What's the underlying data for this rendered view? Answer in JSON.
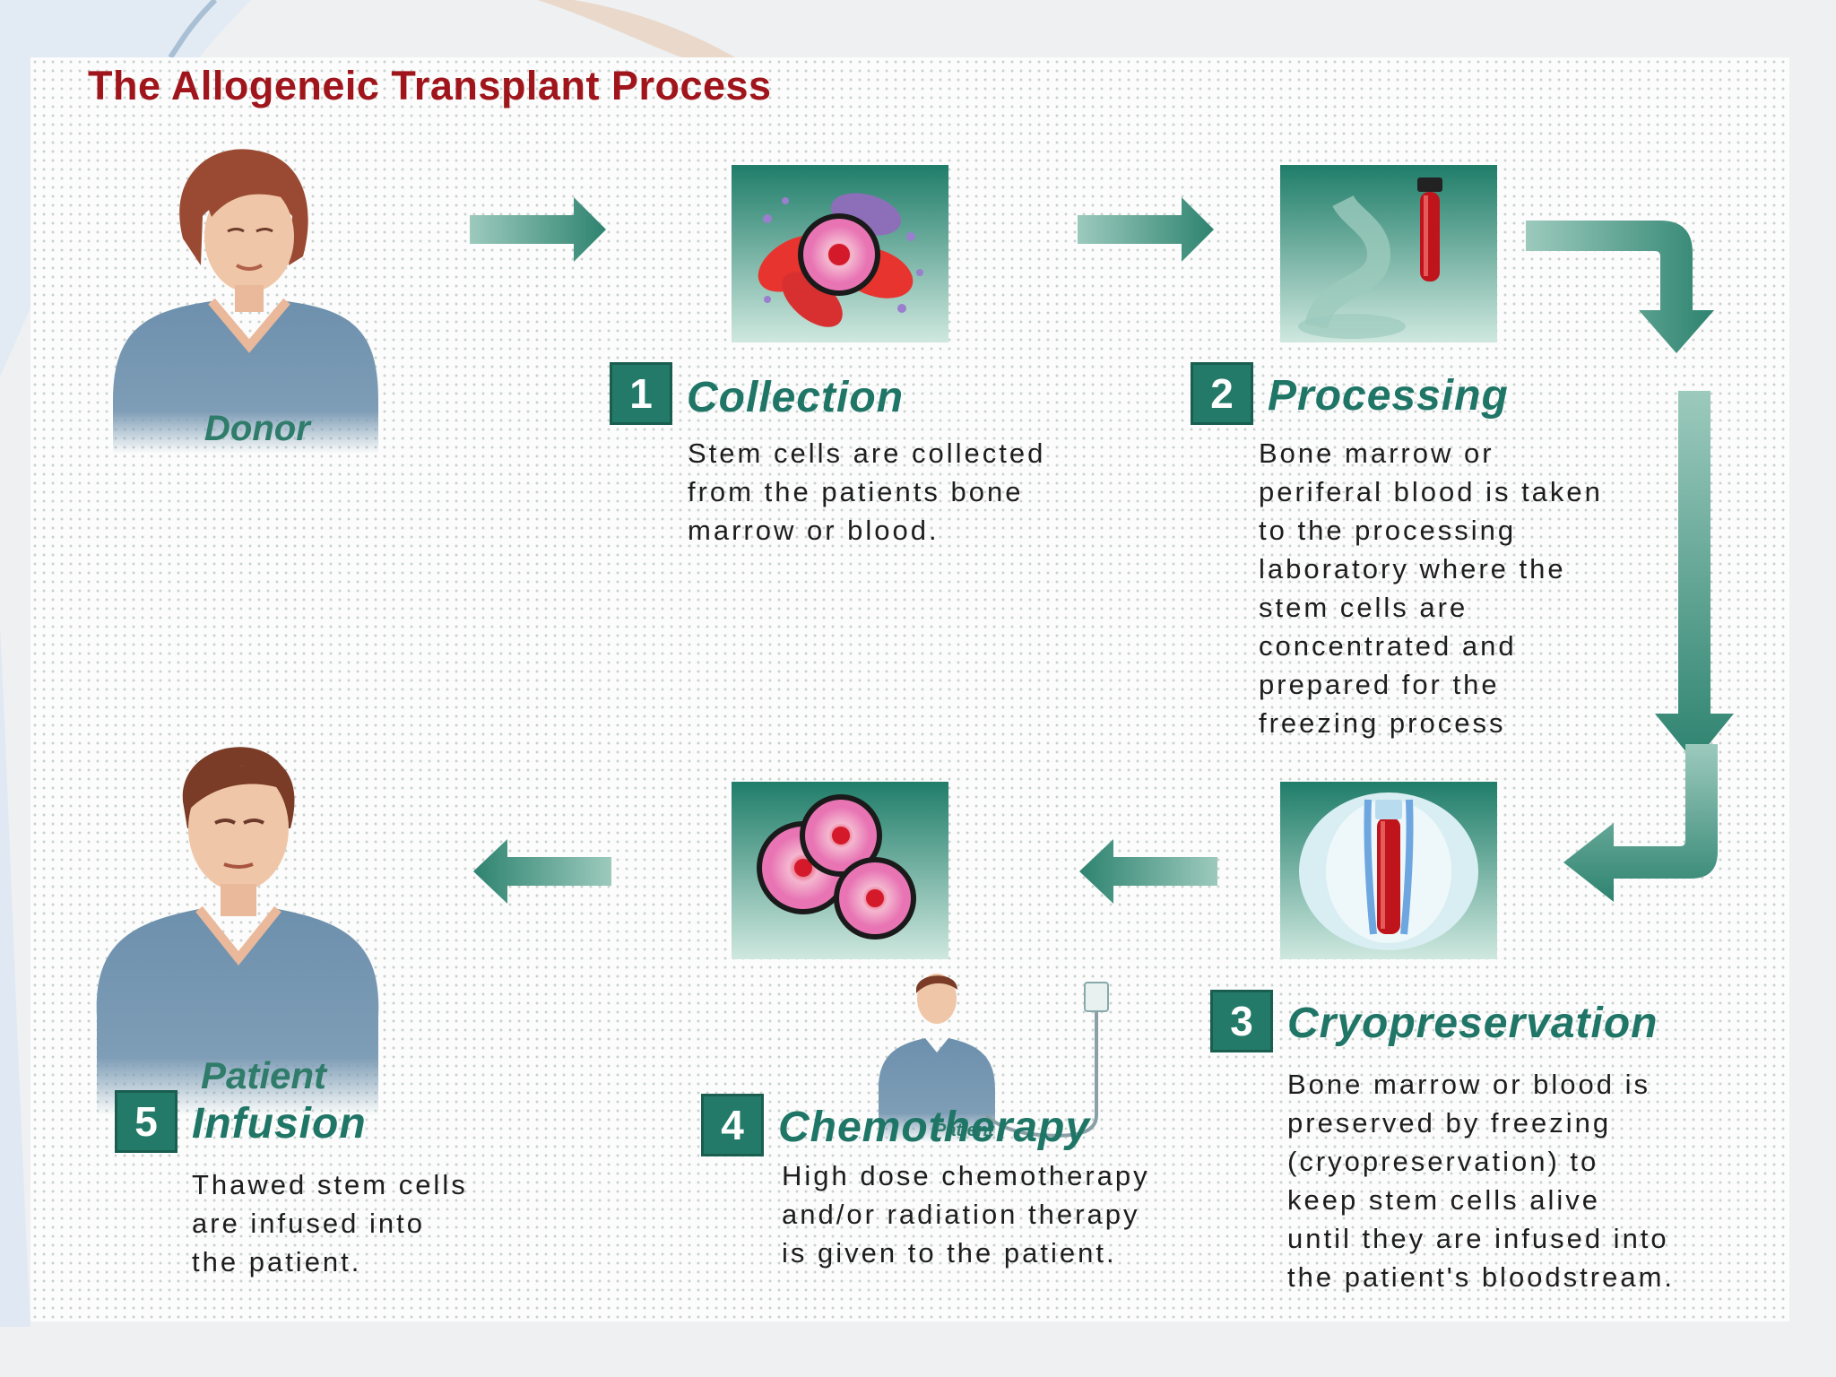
{
  "title": "The Allogeneic Transplant Process",
  "people": {
    "donor_label": "Donor",
    "patient_label": "Patient",
    "small_patient_label": "Patient"
  },
  "steps": [
    {
      "number": "1",
      "title": "Collection",
      "description": "Stem cells are collected\nfrom the patients bone\nmarrow or blood."
    },
    {
      "number": "2",
      "title": "Processing",
      "description": "Bone marrow or\nperiferal blood is taken\nto the processing\nlaboratory where the\nstem cells are\nconcentrated and\nprepared for the\nfreezing process"
    },
    {
      "number": "3",
      "title": "Cryopreservation",
      "description": "Bone marrow or blood is\npreserved by freezing\n(cryopreservation) to\nkeep stem cells alive\nuntil they are infused into\nthe patient's bloodstream."
    },
    {
      "number": "4",
      "title": "Chemotherapy",
      "description": "High dose chemotherapy\nand/or radiation therapy\nis given to the patient."
    },
    {
      "number": "5",
      "title": "Infusion",
      "description": "Thawed stem cells\nare infused into\nthe patient."
    }
  ],
  "colors": {
    "title": "#a0151c",
    "teal": "#247a69",
    "arrow": "#3f8f7b",
    "shirt": "#6d90ad",
    "blood": "#c0141c"
  }
}
